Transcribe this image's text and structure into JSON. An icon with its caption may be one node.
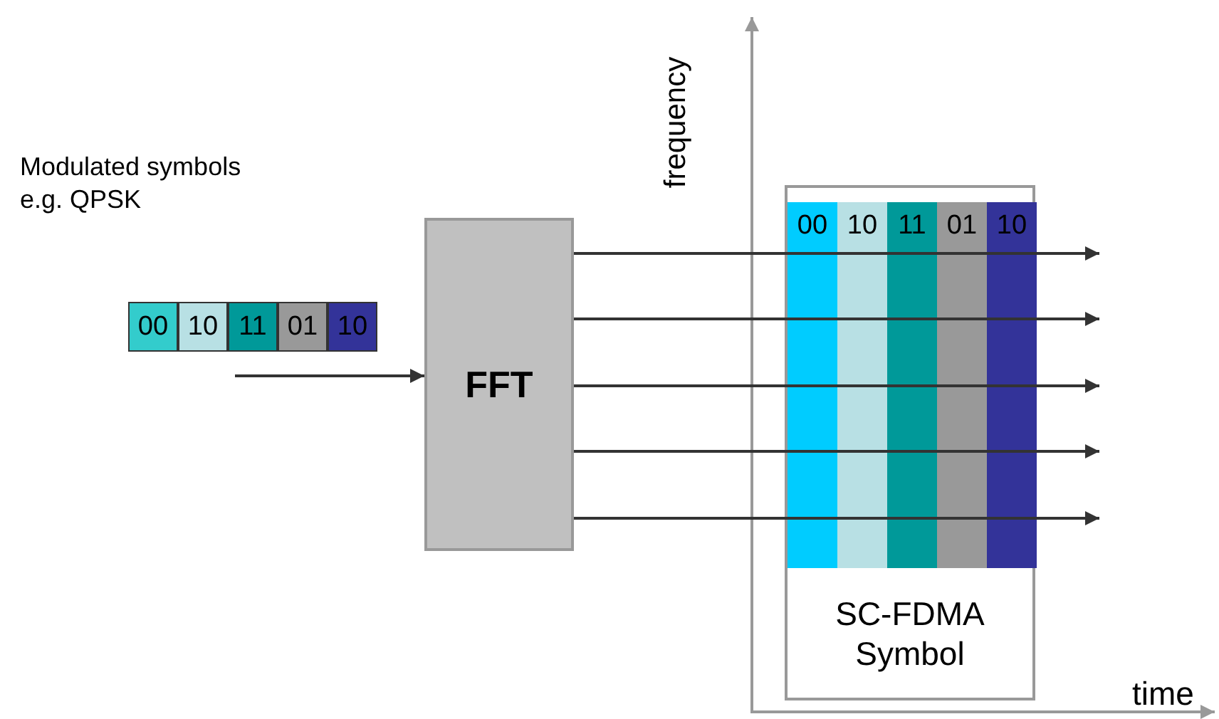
{
  "diagram": {
    "nodes": [
      {
        "text": [
          "00"
        ]
      },
      {
        "text": [
          "10"
        ]
      },
      {
        "text": [
          "11"
        ]
      },
      {
        "text": [
          "01"
        ]
      },
      {
        "text": [
          "10"
        ]
      },
      {
        "text": [
          "FFT"
        ]
      },
      {
        "text": [
          "SC-FDMA Symbol"
        ]
      },
      {
        "text": [
          "00"
        ],
        "in": 6
      },
      {
        "text": [
          "10"
        ],
        "in": 6
      },
      {
        "text": [
          "11"
        ],
        "in": 6
      },
      {
        "text": [
          "01"
        ],
        "in": 6
      },
      {
        "text": [
          "10"
        ],
        "in": 6
      }
    ],
    "edges": [
      {
        "from": null,
        "to": 5,
        "arrow": "to"
      },
      {
        "from": 5,
        "to": null,
        "arrow": "to"
      },
      {
        "from": 5,
        "to": null,
        "arrow": "to"
      },
      {
        "from": 5,
        "to": null,
        "arrow": "to"
      },
      {
        "from": 5,
        "to": null,
        "arrow": "to"
      },
      {
        "from": 5,
        "to": null,
        "arrow": "to"
      }
    ],
    "labels": [
      "Modulated symbols e.g. QPSK",
      "frequency",
      "time"
    ]
  }
}
